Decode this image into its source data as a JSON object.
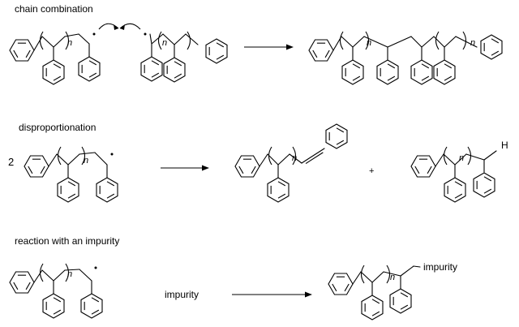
{
  "sections": [
    {
      "heading": "chain combination",
      "reactant_repeat": [
        "n",
        "n"
      ],
      "product_repeat": [
        "n",
        "n"
      ]
    },
    {
      "heading": "disproportionation",
      "coefficient": "2",
      "reactant_repeat": "n",
      "product1_repeat": "n",
      "plus": "+",
      "product2_repeat": "n",
      "hydrogen": "H"
    },
    {
      "heading": "reaction with an impurity",
      "reactant_repeat": "n",
      "reagent": "impurity",
      "product_repeat": "n",
      "product_group": "impurity"
    }
  ]
}
